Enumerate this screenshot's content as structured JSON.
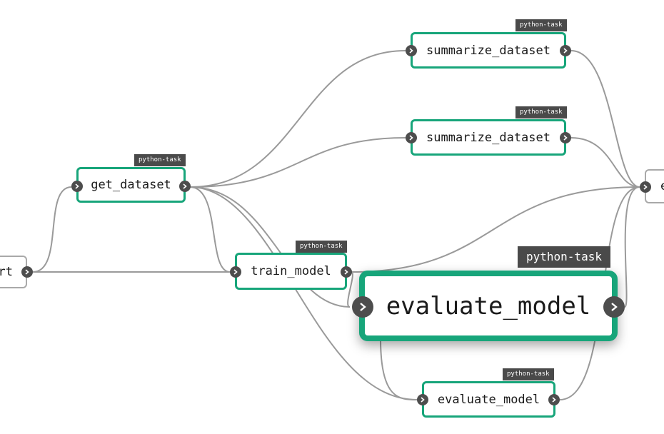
{
  "colors": {
    "node_border": "#17a57a",
    "edge": "#9a9a9a",
    "port": "#4d4d4d",
    "tag_bg": "#4a4a4a",
    "gray_border": "#a9a9a9"
  },
  "nodes": {
    "start": {
      "label": "rt"
    },
    "get_dataset": {
      "label": "get_dataset",
      "tag": "python-task"
    },
    "summarize_1": {
      "label": "summarize_dataset",
      "tag": "python-task"
    },
    "summarize_2": {
      "label": "summarize_dataset",
      "tag": "python-task"
    },
    "train_model": {
      "label": "train_model",
      "tag": "python-task"
    },
    "evaluate_big": {
      "label": "evaluate_model",
      "tag": "python-task"
    },
    "evaluate_small": {
      "label": "evaluate_model",
      "tag": "python-task"
    },
    "end": {
      "label": "e"
    }
  },
  "icons": {
    "port": "chevron-right-icon"
  }
}
